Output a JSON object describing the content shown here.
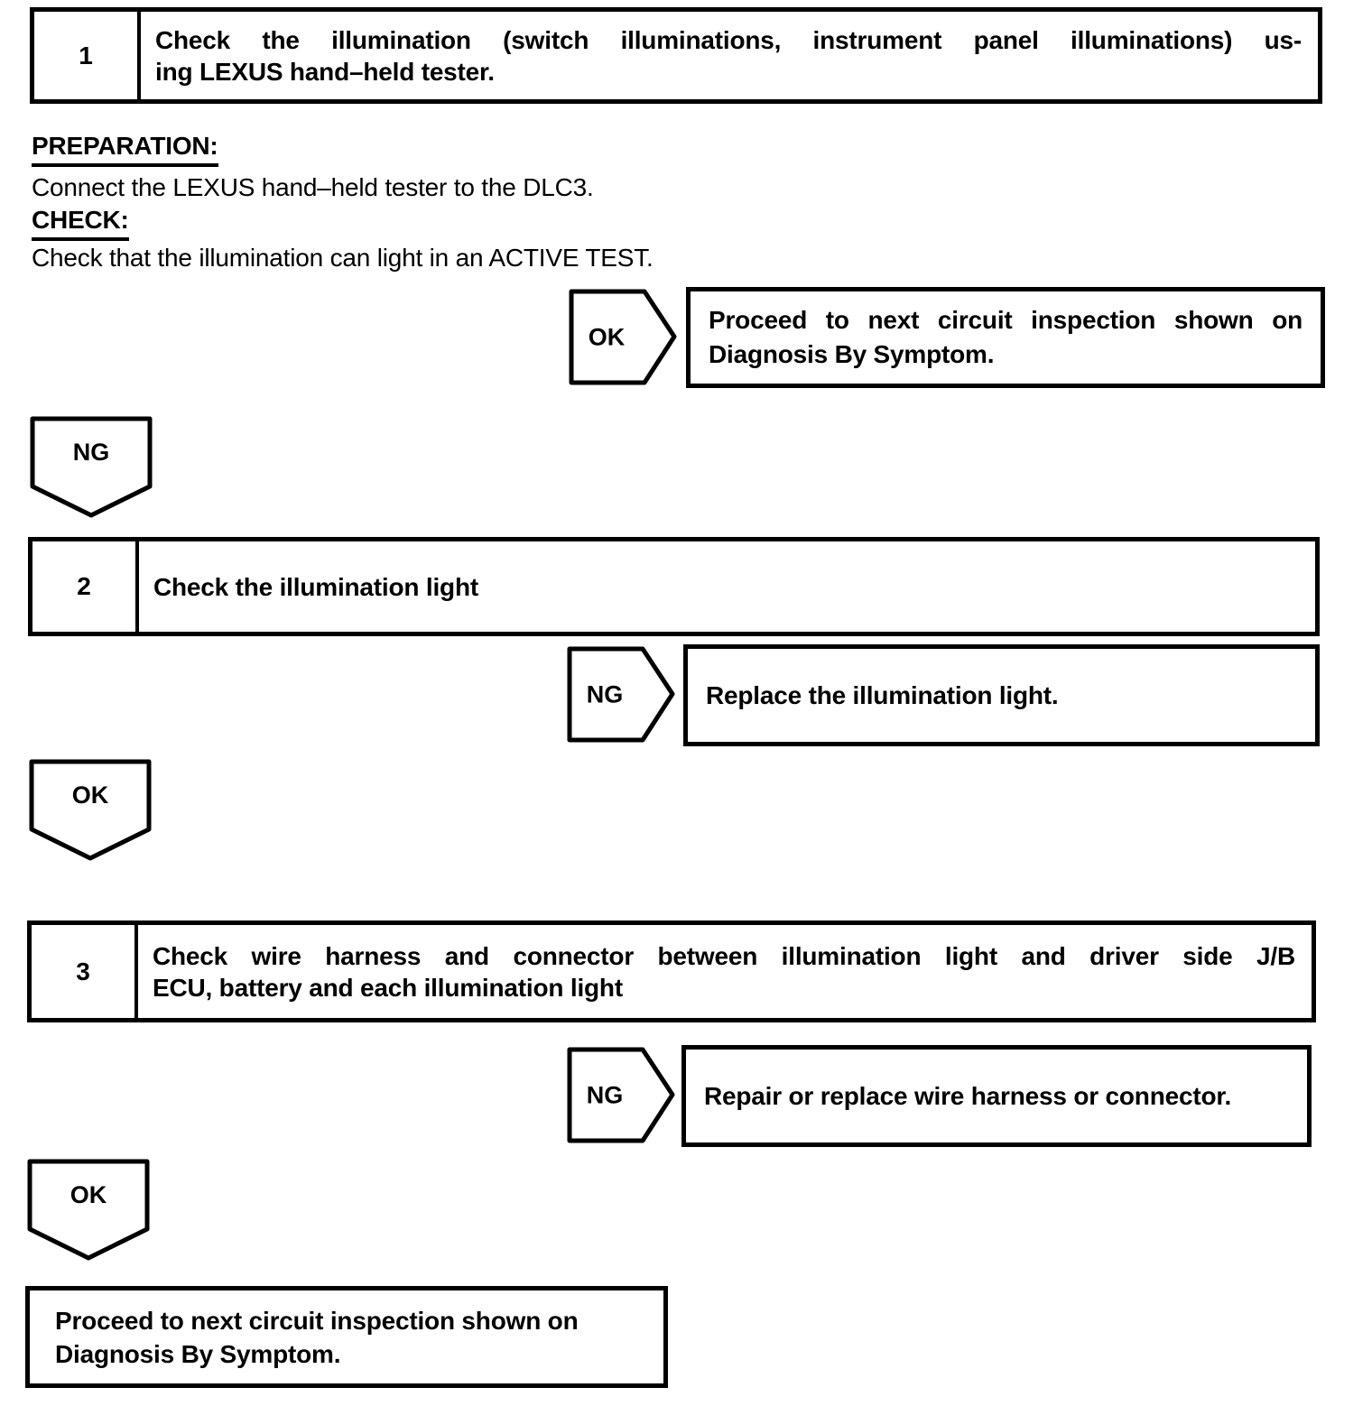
{
  "steps": [
    {
      "number": "1",
      "title_line1": "Check the illumination (switch illuminations, instrument panel illuminations) us-",
      "title_line2": "ing LEXUS hand–held tester."
    },
    {
      "number": "2",
      "title_line1": "Check the illumination light"
    },
    {
      "number": "3",
      "title_line1": "Check wire harness and connector between illumination light and driver side J/B",
      "title_line2": "ECU, battery and each illumination light"
    }
  ],
  "procedure": {
    "preparation_label": "PREPARATION:",
    "preparation_text": "Connect the LEXUS hand–held tester to the DLC3.",
    "check_label": "CHECK:",
    "check_text": "Check that the illumination can light in an ACTIVE TEST."
  },
  "decisions": [
    {
      "label": "OK",
      "result_line1": "Proceed to next circuit inspection shown on",
      "result_line2": "Diagnosis By Symptom."
    },
    {
      "label": "NG",
      "result_line1": "Replace the illumination light."
    },
    {
      "label": "NG",
      "result_line1": "Repair or replace wire harness or connector."
    }
  ],
  "connectors": [
    {
      "label": "NG"
    },
    {
      "label": "OK"
    },
    {
      "label": "OK"
    }
  ],
  "final_box": {
    "line1": "Proceed to next circuit inspection shown on",
    "line2": "Diagnosis By Symptom."
  },
  "colors": {
    "ink": "#000000",
    "paper": "#ffffff"
  }
}
